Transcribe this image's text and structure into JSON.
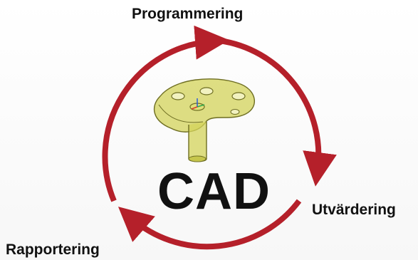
{
  "diagram": {
    "center_label": "CAD",
    "stages": [
      {
        "label": "Programmering"
      },
      {
        "label": "Utvärdering"
      },
      {
        "label": "Rapportering"
      }
    ],
    "arrow_color": "#b5202a",
    "part_color": "#c9c94a"
  }
}
